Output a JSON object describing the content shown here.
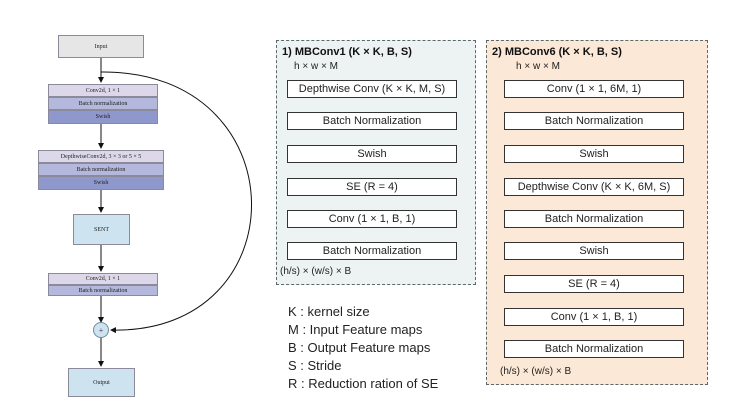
{
  "left_flow": {
    "input": "Input",
    "block1": [
      "Conv2d, 1 × 1",
      "Batch normalization",
      "Swish"
    ],
    "block2": [
      "DepthwiseConv2d, 3 × 3 or 5 × 5",
      "Batch normalization",
      "Swish"
    ],
    "senet": "SENT",
    "block3": [
      "Conv2d, 1 × 1",
      "Batch normalization"
    ],
    "add": "+",
    "output": "Output"
  },
  "mbconv1": {
    "title": "1) MBConv1 (K × K, B, S)",
    "input_dim": "h × w × M",
    "layers": [
      "Depthwise Conv (K × K, M, S)",
      "Batch Normalization",
      "Swish",
      "SE (R = 4)",
      "Conv (1 × 1, B, 1)",
      "Batch Normalization"
    ],
    "output_dim": "(h/s) × (w/s) × B"
  },
  "mbconv6": {
    "title": "2) MBConv6 (K × K, B, S)",
    "input_dim": "h × w × M",
    "layers": [
      "Conv (1 × 1, 6M, 1)",
      "Batch Normalization",
      "Swish",
      "Depthwise Conv (K × K, 6M, S)",
      "Batch Normalization",
      "Swish",
      "SE (R = 4)",
      "Conv (1 × 1, B, 1)",
      "Batch Normalization"
    ],
    "output_dim": "(h/s) × (w/s) × B"
  },
  "legend": [
    "K : kernel size",
    "M : Input Feature maps",
    "B : Output Feature maps",
    "S : Stride",
    "R : Reduction ration of SE"
  ],
  "colors": {
    "input_box": "#e6e6e6",
    "light_purple": "#dcd8ea",
    "mid_purple": "#b4b8dc",
    "dark_purple": "#8e98cc",
    "light_blue": "#cde3f0",
    "panel1_bg": "#edf3f3",
    "panel2_bg": "#fbe8d6"
  }
}
